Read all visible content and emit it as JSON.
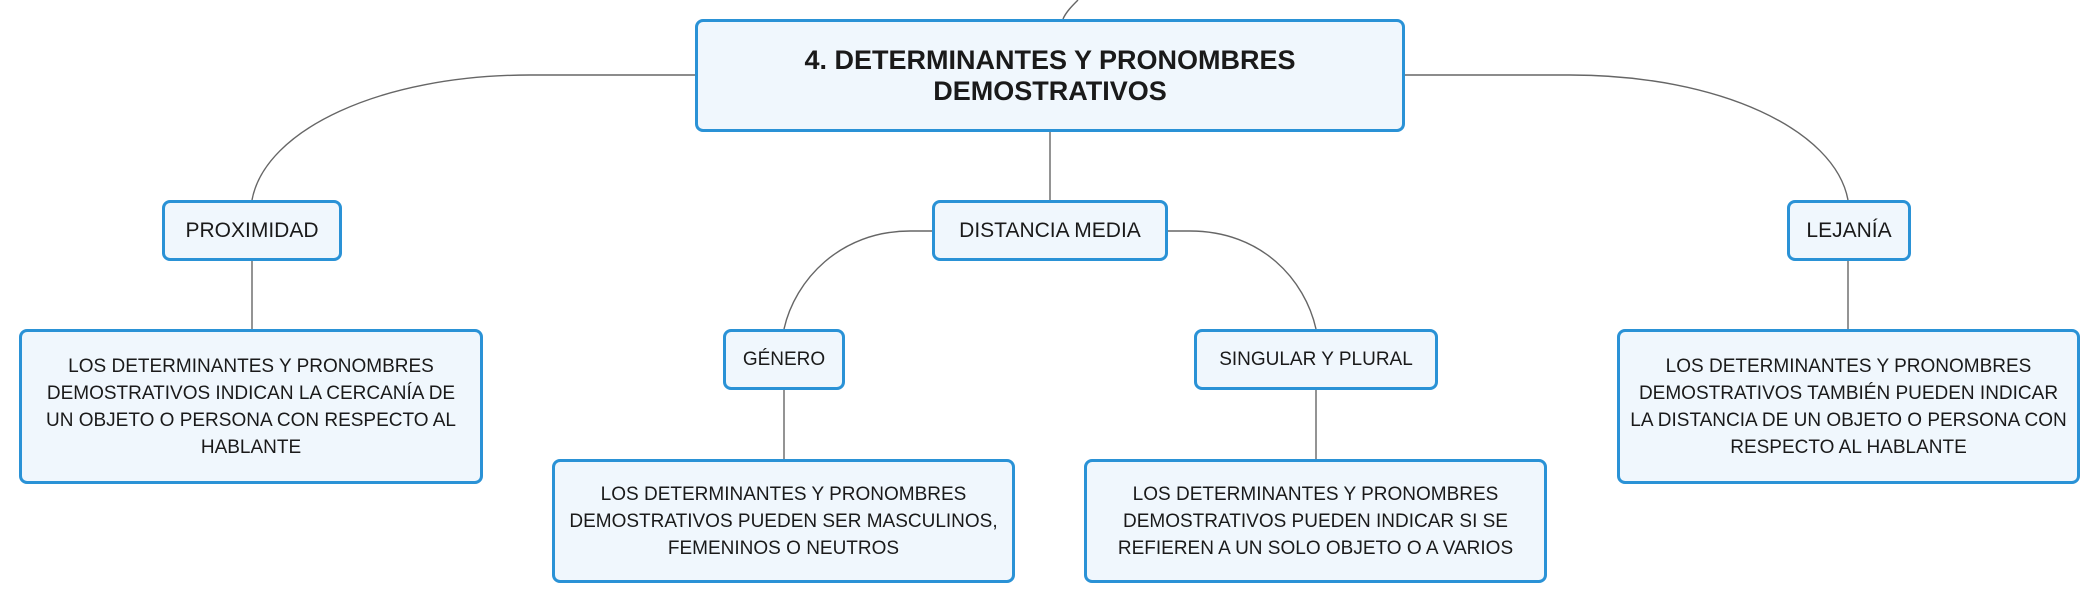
{
  "diagram": {
    "root": {
      "label": "4. DETERMINANTES Y PRONOMBRES DEMOSTRATIVOS"
    },
    "branches": {
      "proximidad": {
        "label": "PROXIMIDAD"
      },
      "distancia_media": {
        "label": "DISTANCIA MEDIA"
      },
      "lejania": {
        "label": "LEJANÍA"
      }
    },
    "sub_branches": {
      "genero": {
        "label": "GÉNERO"
      },
      "singular_plural": {
        "label": "SINGULAR Y PLURAL"
      }
    },
    "descriptions": {
      "proximidad": "LOS DETERMINANTES Y PRONOMBRES DEMOSTRATIVOS INDICAN LA CERCANÍA DE UN OBJETO O PERSONA CON RESPECTO AL HABLANTE",
      "lejania": "LOS DETERMINANTES Y PRONOMBRES DEMOSTRATIVOS TAMBIÉN PUEDEN INDICAR LA DISTANCIA DE UN OBJETO O PERSONA CON RESPECTO AL HABLANTE",
      "genero": "LOS DETERMINANTES Y PRONOMBRES DEMOSTRATIVOS PUEDEN SER MASCULINOS, FEMENINOS O NEUTROS",
      "singular_plural": "LOS DETERMINANTES Y PRONOMBRES DEMOSTRATIVOS PUEDEN INDICAR SI SE REFIEREN A UN SOLO OBJETO O A VARIOS"
    },
    "colors": {
      "node_border": "#2a92d6",
      "node_fill": "#f0f7fd",
      "connector": "#666666",
      "text": "#1a1a1a"
    }
  }
}
